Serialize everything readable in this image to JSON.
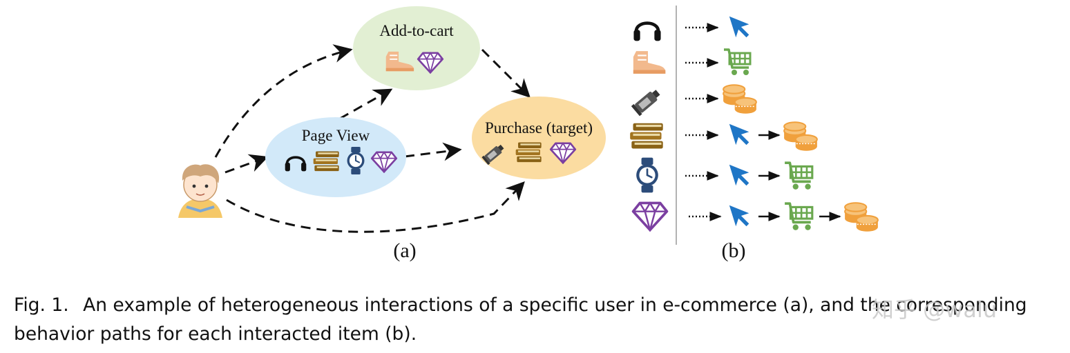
{
  "panel_a": {
    "nodes": {
      "add_to_cart": "Add-to-cart",
      "page_view": "Page View",
      "purchase": "Purchase (target)"
    },
    "label": "(a)"
  },
  "panel_b": {
    "label": "(b)",
    "rows": [
      {
        "item": "headphones-icon",
        "path": [
          "click"
        ]
      },
      {
        "item": "boot-icon",
        "path": [
          "cart"
        ]
      },
      {
        "item": "tube-icon",
        "path": [
          "buy"
        ]
      },
      {
        "item": "books-icon",
        "path": [
          "click",
          "buy"
        ]
      },
      {
        "item": "watch-icon",
        "path": [
          "click",
          "cart"
        ]
      },
      {
        "item": "diamond-icon",
        "path": [
          "click",
          "cart",
          "buy"
        ]
      }
    ]
  },
  "caption": {
    "fig_number": "Fig. 1.",
    "text": "An example of heterogeneous interactions of a specific user in e-commerce (a), and the corresponding behavior paths for each interacted item (b)."
  },
  "watermark": "知乎 @walu",
  "colors": {
    "add_to_cart_fill": "#e2efd3",
    "page_view_fill": "#d2e9f9",
    "purchase_fill": "#fbdca1",
    "click_blue": "#1f76c6",
    "cart_green": "#6aa84f",
    "coin_orange": "#f0a03c",
    "boot_peach": "#f2b98d",
    "diamond_purple": "#7b3fa1",
    "book_brown": "#8a6216"
  }
}
